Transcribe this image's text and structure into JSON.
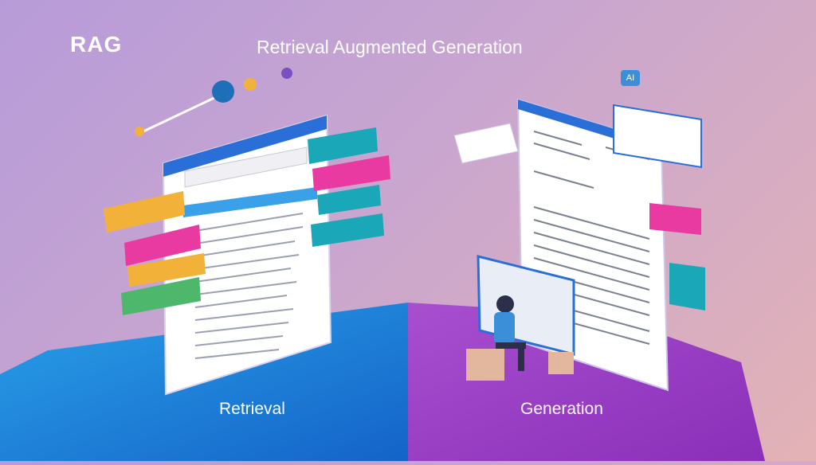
{
  "header": {
    "logo": "RAG",
    "title": "Retrieval Augmented Generation"
  },
  "sections": {
    "left_label": "Retrieval",
    "right_label": "Generation"
  },
  "badge": "AI",
  "colors": {
    "bg_left": "#b79bd9",
    "bg_right": "#e3b2b6",
    "pedestal_left": "#1e7fe0",
    "pedestal_right": "#9a3fc6",
    "card_yellow": "#f2b23a",
    "card_pink": "#e83aa0",
    "card_green": "#4db86b",
    "card_teal": "#1aa7b8"
  }
}
